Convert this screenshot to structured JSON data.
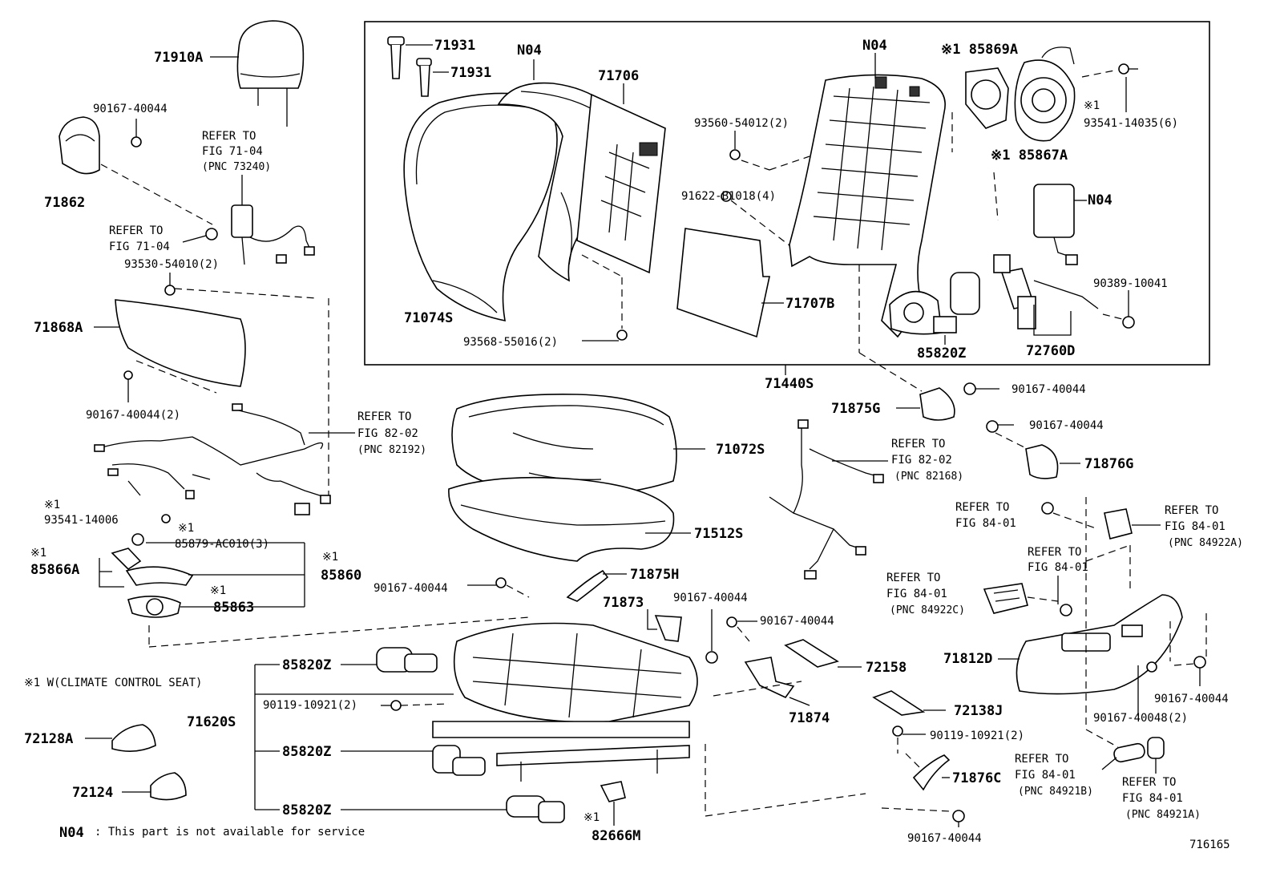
{
  "figure_id": "716165",
  "note_code": "N04",
  "note_text": "This part is not available for service",
  "footnote": "※1 W(CLIMATE CONTROL SEAT)",
  "labels": {
    "l71910A": "71910A",
    "l90167a": "90167-40044",
    "l71862": "71862",
    "refer7104a_1": "REFER TO",
    "refer7104a_2": "FIG 71-04",
    "refer7104a_3": "(PNC 73240)",
    "refer7104b_1": "REFER TO",
    "refer7104b_2": "FIG 71-04",
    "l93530": "93530-54010(2)",
    "l71868A": "71868A",
    "l90167b": "90167-40044(2)",
    "refer8202a_1": "REFER TO",
    "refer8202a_2": "FIG 82-02",
    "refer8202a_3": "(PNC 82192)",
    "m1a": "※1",
    "l93541a": "93541-14006",
    "m1b": "※1",
    "l85879": "85879-AC010(3)",
    "m1c": "※1",
    "l85866A": "85866A",
    "m1d": "※1",
    "l85860": "85860",
    "m1e": "※1",
    "l85863": "85863",
    "l71931a": "71931",
    "l71931b": "71931",
    "lN04a": "N04",
    "l71706": "71706",
    "lN04b": "N04",
    "l85869A": "※1 85869A",
    "l93560": "93560-54012(2)",
    "m1f": "※1",
    "l93541b": "93541-14035(6)",
    "l85867A": "※1 85867A",
    "l91622": "91622-B1018(4)",
    "lN04c": "N04",
    "l71074S": "71074S",
    "l71707B": "71707B",
    "l90389": "90389-10041",
    "l93568": "93568-55016(2)",
    "l85820Za": "85820Z",
    "l72760D": "72760D",
    "l71440S": "71440S",
    "l71875G": "71875G",
    "l90167c": "90167-40044",
    "l90167d": "90167-40044",
    "l71072S": "71072S",
    "refer8202b_1": "REFER TO",
    "refer8202b_2": "FIG 82-02",
    "refer8202b_3": "(PNC 82168)",
    "l71876G": "71876G",
    "l71512S": "71512S",
    "refer8401a_1": "REFER TO",
    "refer8401a_2": "FIG 84-01",
    "refer8401b_1": "REFER TO",
    "refer8401b_2": "FIG 84-01",
    "refer8401b_3": "(PNC 84922A)",
    "refer8401c_1": "REFER TO",
    "refer8401c_2": "FIG 84-01",
    "refer8401d_1": "REFER TO",
    "refer8401d_2": "FIG 84-01",
    "refer8401d_3": "(PNC 84922C)",
    "l90167e": "90167-40044",
    "l71875H": "71875H",
    "l71873": "71873",
    "l90167f": "90167-40044",
    "l90167g": "90167-40044",
    "l71812D": "71812D",
    "l85820Zb": "85820Z",
    "l72158": "72158",
    "l90119a": "90119-10921(2)",
    "l71620S": "71620S",
    "l71874": "71874",
    "l72138J": "72138J",
    "l90167h": "90167-40044",
    "l90167i": "90167-40048(2)",
    "l72128A": "72128A",
    "l85820Zc": "85820Z",
    "l90119b": "90119-10921(2)",
    "l72124": "72124",
    "l71876C": "71876C",
    "refer8401e_1": "REFER TO",
    "refer8401e_2": "FIG 84-01",
    "refer8401e_3": "(PNC 84921B)",
    "refer8401f_1": "REFER TO",
    "refer8401f_2": "FIG 84-01",
    "refer8401f_3": "(PNC 84921A)",
    "l85820Zd": "85820Z",
    "m1g": "※1",
    "l82666M": "82666M",
    "l90167j": "90167-40044"
  }
}
